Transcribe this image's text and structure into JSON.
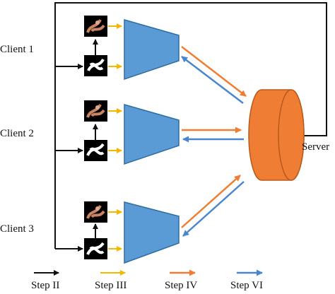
{
  "clients": [
    {
      "label": "Client 1"
    },
    {
      "label": "Client 2"
    },
    {
      "label": "Client 3"
    }
  ],
  "server": {
    "label": "Server"
  },
  "legend": [
    {
      "label": "Step II",
      "color": "#111111"
    },
    {
      "label": "Step III",
      "color": "#f5b800"
    },
    {
      "label": "Step IV",
      "color": "#ef7d33"
    },
    {
      "label": "Step VI",
      "color": "#4a86d0"
    }
  ],
  "colors": {
    "model_fill": "#5b9bd5",
    "model_stroke": "#2e6da4",
    "server_fill": "#ef7d33",
    "server_stroke": "#b85a1d",
    "line": "#111111"
  }
}
